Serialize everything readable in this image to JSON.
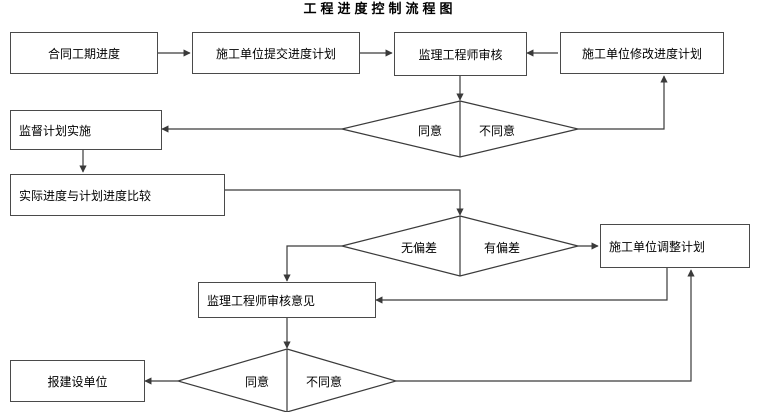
{
  "title": "工程进度控制流程图",
  "colors": {
    "background": "#ffffff",
    "stroke": "#4a4a4a",
    "line": "#3a3a3a",
    "text": "#000000"
  },
  "nodes": {
    "contract_schedule": "合同工期进度",
    "contractor_submit_plan": "施工单位提交进度计划",
    "supervisor_review": "监理工程师审核",
    "contractor_revise_plan": "施工单位修改进度计划",
    "supervise_plan_execution": "监督计划实施",
    "compare_actual_vs_plan": "实际进度与计划进度比较",
    "contractor_adjust_plan": "施工单位调整计划",
    "supervisor_review_opinion": "监理工程师审核意见",
    "report_to_owner": "报建设单位"
  },
  "decisions": {
    "review_agree": "同意",
    "review_disagree": "不同意",
    "no_deviation": "无偏差",
    "has_deviation": "有偏差",
    "final_agree": "同意",
    "final_disagree": "不同意"
  }
}
